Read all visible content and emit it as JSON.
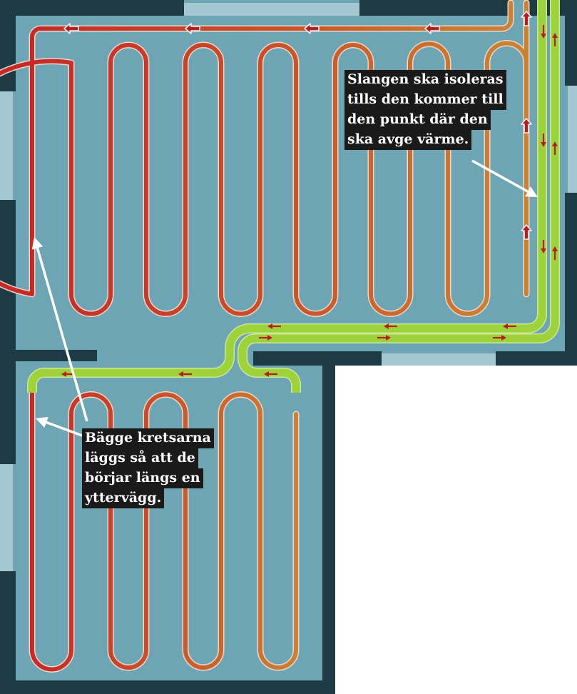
{
  "colors": {
    "floor": "#6ea5b4",
    "wall": "#1e3a45",
    "wall_light": "#a4c8d2",
    "pipe_red": "#c42a2a",
    "pipe_mid": "#c8542c",
    "pipe_orange": "#c88236",
    "pipe_outline": "#f2d6c4",
    "insulated": "#9dd23b",
    "arrow_red": "#b51f1f",
    "arrow_outline": "#f2f2f2",
    "label_bg": "#1a1a1a",
    "label_text": "#ffffff",
    "pointer": "#ffffff"
  },
  "annotations": {
    "insulation": {
      "lines": [
        "Slangen ska isoleras",
        "tills den kommer till",
        "den punkt där den",
        "ska avge värme."
      ]
    },
    "outer_wall": {
      "lines": [
        "Bägge kretsarna",
        "läggs så att de",
        "börjar längs en",
        "yttervägg."
      ]
    }
  },
  "icons": {
    "flow_arrow": "arrow-icon",
    "pointer": "pointer-arrow-icon"
  }
}
